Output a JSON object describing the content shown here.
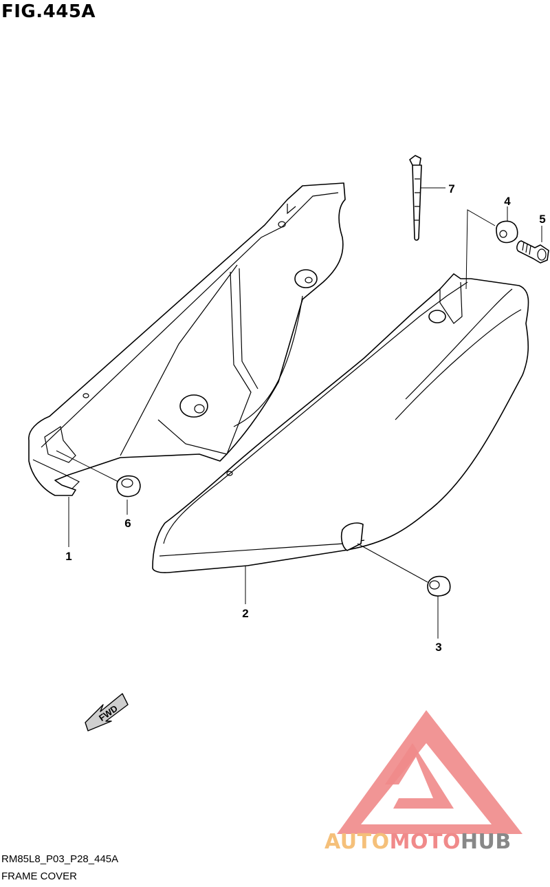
{
  "figure": {
    "title": "FIG.445A",
    "code": "RM85L8_P03_P28_445A",
    "caption": "FRAME COVER"
  },
  "callouts": [
    "1",
    "2",
    "3",
    "4",
    "5",
    "6",
    "7"
  ],
  "fwd_label": "FWD",
  "watermark": {
    "brand_part1": "AUTO",
    "brand_part2": "MOTO",
    "brand_part3": "HUB",
    "colors": {
      "triangle": "#f08a8a",
      "auto": "#f5c07a",
      "moto": "#f08a8a",
      "hub": "#888888"
    }
  }
}
